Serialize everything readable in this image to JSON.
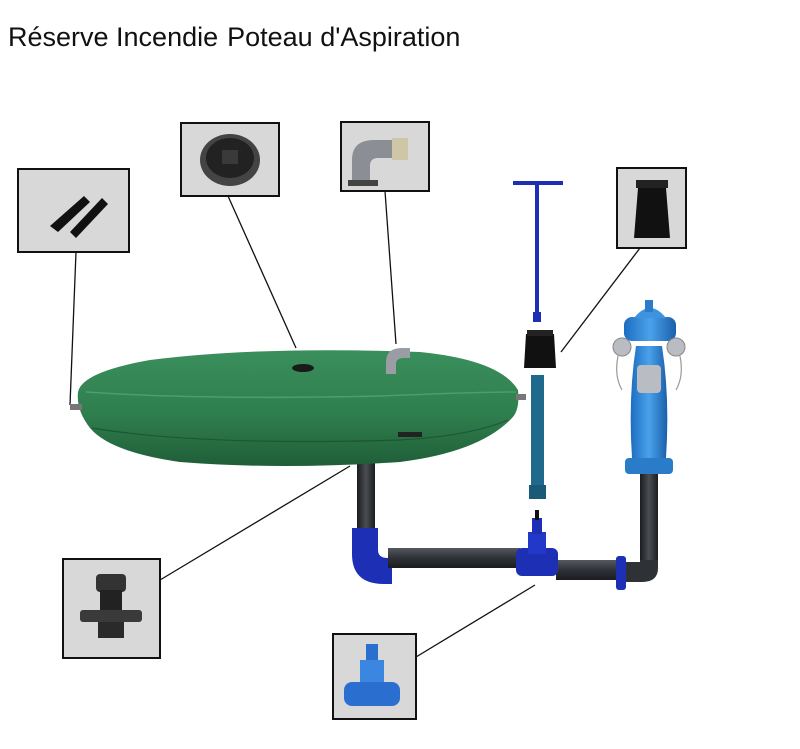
{
  "title": {
    "part1": "Réserve Incendie",
    "part2": "Poteau d'Aspiration"
  },
  "colors": {
    "tank": "#2f7f4e",
    "tank_dark": "#1f5e38",
    "pipe": "#2e3136",
    "blue_fittings": "#1c2fb5",
    "hydrant": "#2f86d6",
    "thumbnail_bg": "#d8d8d8"
  },
  "components": [
    {
      "name": "anchor-brackets",
      "icon": "bracket-pair-icon"
    },
    {
      "name": "manhole-lid",
      "icon": "lid-icon"
    },
    {
      "name": "elbow-vent",
      "icon": "elbow-icon"
    },
    {
      "name": "suction-strainer-sleeve",
      "icon": "sleeve-icon"
    },
    {
      "name": "tank-outlet-flange",
      "icon": "flange-icon"
    },
    {
      "name": "gate-valve",
      "icon": "valve-icon"
    }
  ]
}
